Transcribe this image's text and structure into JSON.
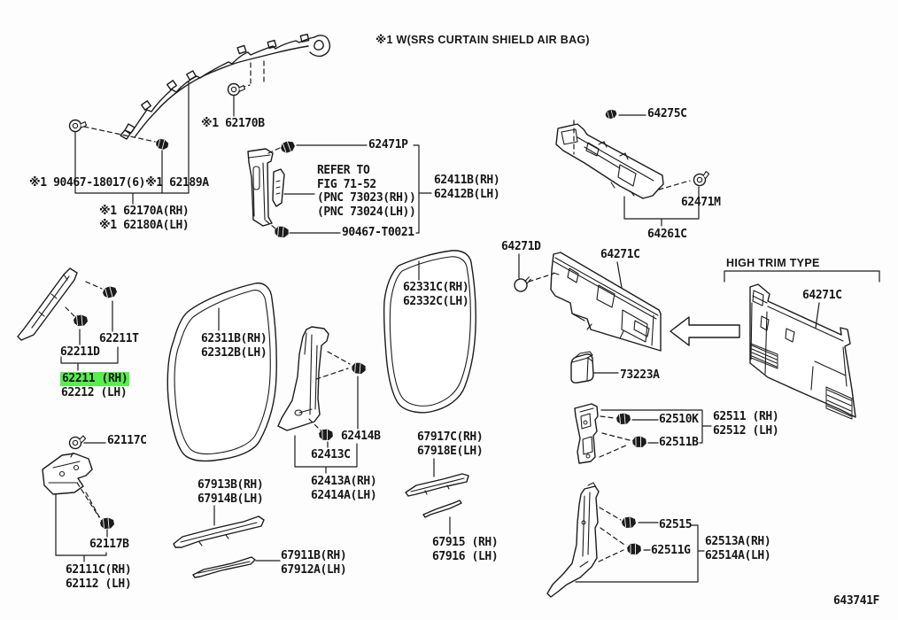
{
  "figure": {
    "srs_note": "※1 W(SRS CURTAIN SHIELD AIR BAG)",
    "high_trim_note": "HIGH TRIM TYPE",
    "refer_note": "REFER TO\nFIG 71-52\n(PNC 73023(RH))\n(PNC 73024(LH))",
    "figure_code": "643741F"
  },
  "colors": {
    "line": "#1b1b1b",
    "highlight": "#58ee4e",
    "background": "#fdfdfd"
  },
  "labels": {
    "p62170b": "※1 62170B",
    "p90467_18017": "※1 90467-18017(6)※1 62189A",
    "p62170a": "※1 62170A(RH)\n※1 62180A(LH)",
    "p62471p": "62471P",
    "p90467_t0021": "90467-T0021",
    "p62411b": "62411B(RH)\n62412B(LH)",
    "p64275c": "64275C",
    "p62471m": "62471M",
    "p64261c": "64261C",
    "p64271d": "64271D",
    "p64271c": "64271C",
    "p64271c_high": "64271C",
    "p73223a": "73223A",
    "p62331c": "62331C(RH)\n62332C(LH)",
    "p62311b": "62311B(RH)\n62312B(LH)",
    "p62211t": "62211T",
    "p62211d": "62211D",
    "p62211": "62211 (RH)",
    "p62212": "62212 (LH)",
    "p62117c": "62117C",
    "p62414b": "62414B",
    "p62413c": "62413C",
    "p62413a": "62413A(RH)\n62414A(LH)",
    "p67917c": "67917C(RH)\n67918E(LH)",
    "p67913b": "67913B(RH)\n67914B(LH)",
    "p67915": "67915 (RH)\n67916 (LH)",
    "p67911b": "67911B(RH)\n67912A(LH)",
    "p62117b": "62117B",
    "p62111c": "62111C(RH)\n62112 (LH)",
    "p62510k": "62510K",
    "p62511": "62511 (RH)\n62512 (LH)",
    "p62511b": "62511B",
    "p62515": "62515",
    "p62511g": "62511G",
    "p62513a": "62513A(RH)\n62514A(LH)"
  }
}
